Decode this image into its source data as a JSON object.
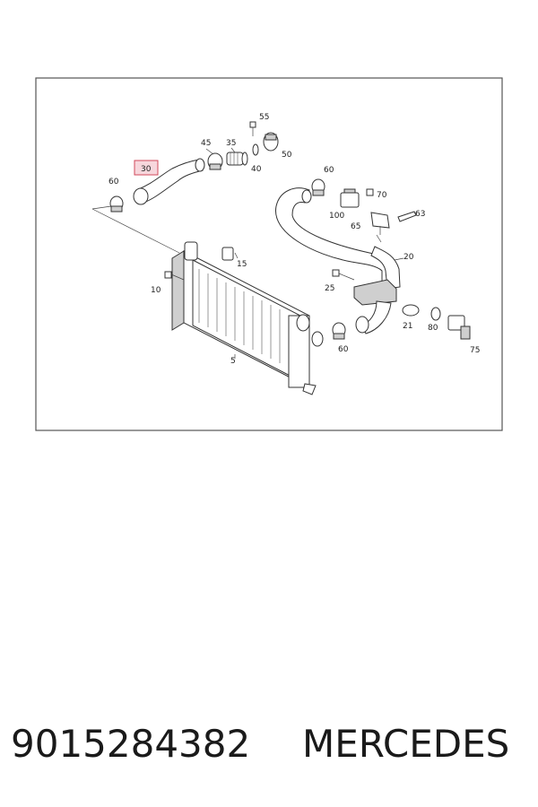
{
  "diagram": {
    "callouts": [
      {
        "id": "c30",
        "text": "30",
        "highlighted": true
      },
      {
        "id": "c45",
        "text": "45"
      },
      {
        "id": "c35",
        "text": "35"
      },
      {
        "id": "c55",
        "text": "55"
      },
      {
        "id": "c40",
        "text": "40"
      },
      {
        "id": "c50",
        "text": "50"
      },
      {
        "id": "c60a",
        "text": "60"
      },
      {
        "id": "c60b",
        "text": "60"
      },
      {
        "id": "c60c",
        "text": "60"
      },
      {
        "id": "c70",
        "text": "70"
      },
      {
        "id": "c100",
        "text": "100"
      },
      {
        "id": "c65",
        "text": "65"
      },
      {
        "id": "c63",
        "text": "63"
      },
      {
        "id": "c15",
        "text": "15"
      },
      {
        "id": "c10",
        "text": "10"
      },
      {
        "id": "c20",
        "text": "20"
      },
      {
        "id": "c25",
        "text": "25"
      },
      {
        "id": "c21",
        "text": "21"
      },
      {
        "id": "c80",
        "text": "80"
      },
      {
        "id": "c75",
        "text": "75"
      },
      {
        "id": "c5",
        "text": "5"
      }
    ],
    "highlight_color": "#d1495b"
  },
  "footer": {
    "part_number": "9015284382",
    "brand": "MERCEDES"
  }
}
